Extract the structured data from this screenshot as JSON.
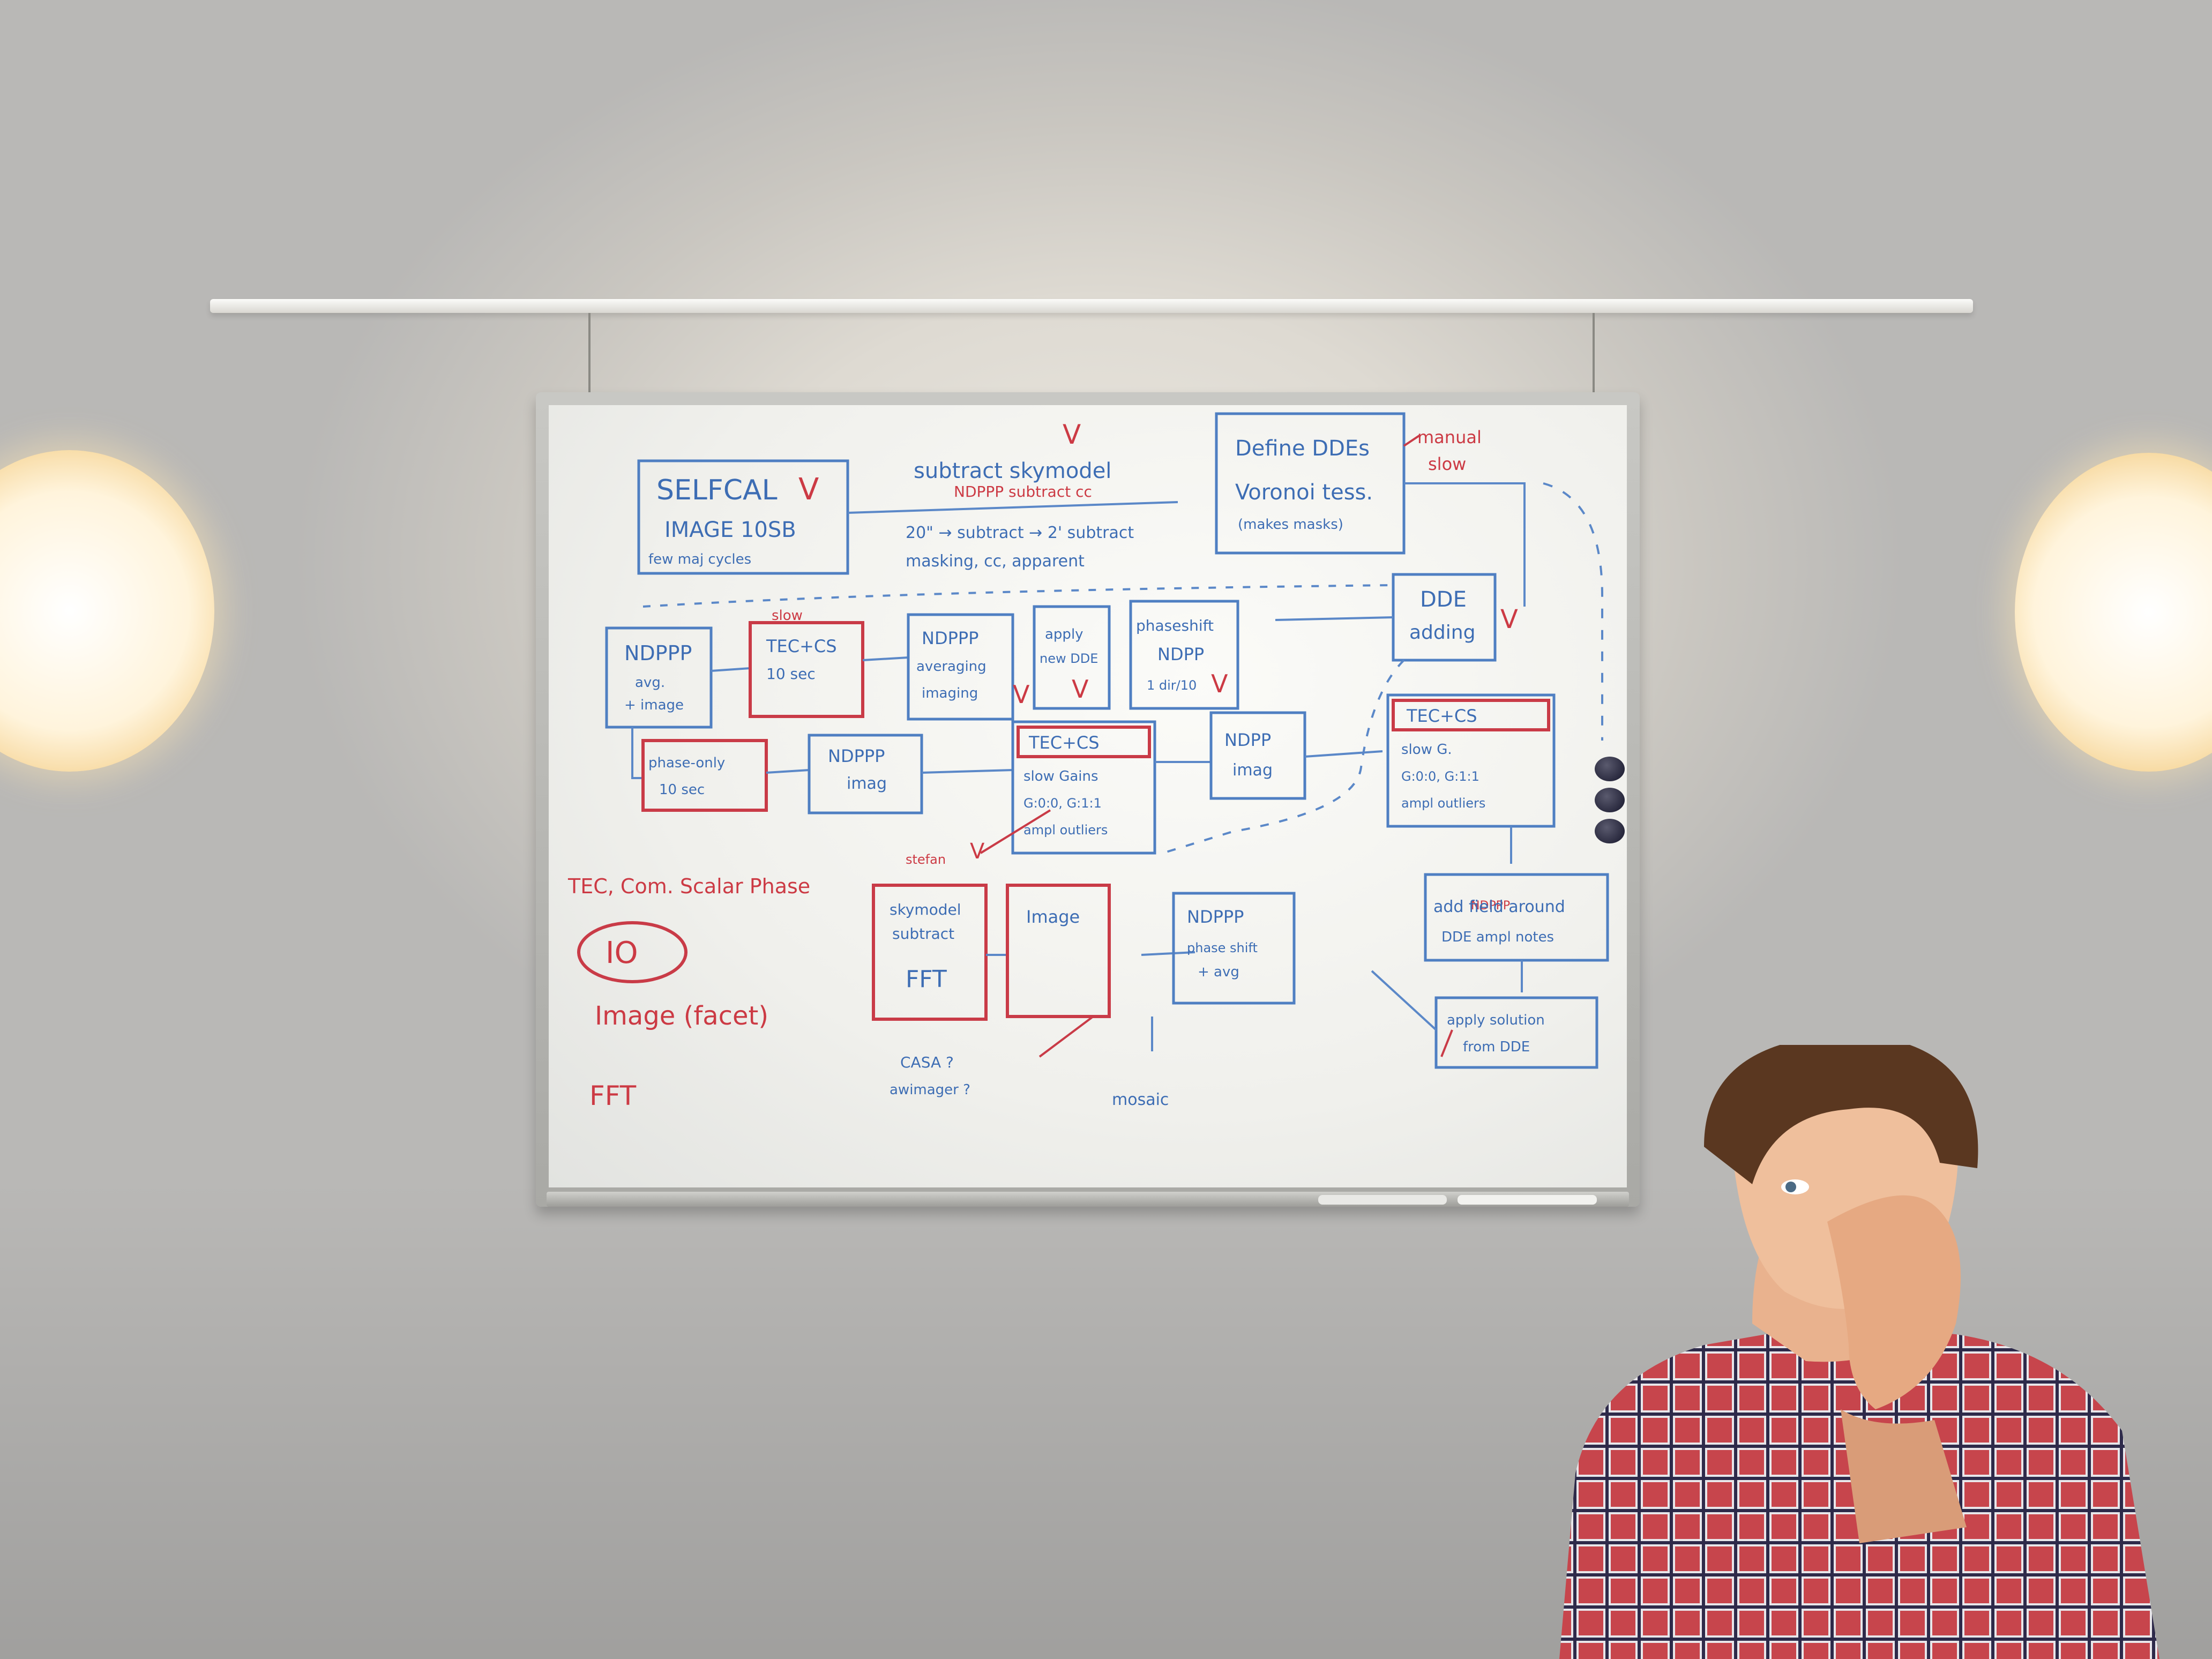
{
  "whiteboard": {
    "boxes": {
      "selfcal": [
        "SELFCAL",
        "IMAGE 10SB",
        "few maj cycles"
      ],
      "define_dde": [
        "Define DDEs",
        "Voronoi tess.",
        "(makes masks)"
      ],
      "dde_adding": [
        "DDE",
        "adding"
      ],
      "ndppp_avg_image": [
        "NDPPP",
        "avg.",
        "+ image"
      ],
      "tec_cs_top": [
        "TEC+CS",
        "10 sec"
      ],
      "ndppp_averaging": [
        "NDPPP",
        "averaging",
        "imaging"
      ],
      "apply_new_dde": [
        "apply",
        "new DDE"
      ],
      "phaseshift_ndpp": [
        "phaseshift",
        "NDPP",
        "1 dir/10"
      ],
      "phase_only": [
        "phase-only",
        "10 sec"
      ],
      "ndppp_imag_1": [
        "NDPPP",
        "imag"
      ],
      "tec_cs_mid": [
        "TEC+CS",
        "slow Gains",
        "G:0:0, G:1:1",
        "ampl outliers"
      ],
      "ndpp_imag_2": [
        "NDPP",
        "imag"
      ],
      "tec_cs_right": [
        "TEC+CS",
        "slow G.",
        "G:0:0, G:1:1",
        "ampl outliers"
      ],
      "add_field": [
        "add field around",
        "DDE ampl notes"
      ],
      "apply_solution": [
        "apply solution",
        "from DDE"
      ],
      "skymodel_subtract": [
        "skymodel",
        "subtract",
        "FFT"
      ],
      "image": [
        "Image"
      ],
      "ndppp_phase_shift": [
        "NDPPP",
        "phase shift",
        "+ avg"
      ]
    },
    "notes": {
      "subtract_skymodel": "subtract skymodel",
      "ndppp_subtract": "NDPPP subtract cc",
      "subtract_steps": "20\" → subtract → 2' subtract",
      "masking": "masking, cc, apparent",
      "manual_slow": [
        "manual",
        "slow"
      ],
      "slow": "slow",
      "stefan": "stefan",
      "ndppp_small": "NDPPP",
      "tec_scalar_phase": "TEC, Com. Scalar Phase",
      "io": "IO",
      "image_facet": "Image (facet)",
      "fft": "FFT",
      "casa": "CASA ?",
      "awimager": "awimager ?",
      "mosaic": "mosaic",
      "checkmark": "V"
    }
  }
}
